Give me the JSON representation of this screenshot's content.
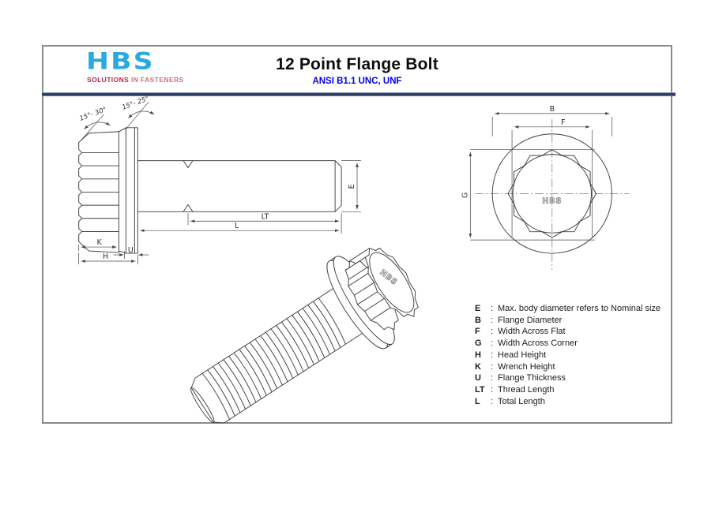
{
  "header": {
    "logo": {
      "name": "HBS",
      "tagline_bold": "SOLUTIONS",
      "tagline_rest": " IN FASTENERS"
    },
    "title": "12 Point Flange Bolt",
    "subtitle": "ANSI B1.1 UNC, UNF"
  },
  "views": {
    "side": {
      "angle_head": "15°- 30°",
      "angle_flange": "15°- 25°",
      "dims": {
        "e": "E",
        "lt": "LT",
        "l": "L",
        "k": "K",
        "h": "H",
        "u": "U"
      }
    },
    "front": {
      "dims": {
        "b": "B",
        "f": "F",
        "g": "G"
      },
      "brand": "HBS"
    },
    "iso": {
      "brand": "HBS"
    }
  },
  "legend": {
    "items": [
      {
        "symbol": "E",
        "sep": ":",
        "desc": "Max. body diameter refers to Nominal size"
      },
      {
        "symbol": "B",
        "sep": ":",
        "desc": "Flange Diameter"
      },
      {
        "symbol": "F",
        "sep": ":",
        "desc": "Width Across Flat"
      },
      {
        "symbol": "G",
        "sep": ":",
        "desc": "Width Across Corner"
      },
      {
        "symbol": "H",
        "sep": ":",
        "desc": "Head Height"
      },
      {
        "symbol": "K",
        "sep": ":",
        "desc": "Wrench Height"
      },
      {
        "symbol": "U",
        "sep": ":",
        "desc": "Flange Thickness"
      },
      {
        "symbol": "LT",
        "sep": ":",
        "desc": "Thread Length"
      },
      {
        "symbol": "L",
        "sep": ":",
        "desc": "Total Length"
      }
    ]
  },
  "colors": {
    "logo_blue": "#29a9e0",
    "logo_red": "#c22049",
    "subtitle_blue": "#0000f0",
    "divider_navy": "#2e3f63",
    "line_gray": "#3f3f3f"
  }
}
